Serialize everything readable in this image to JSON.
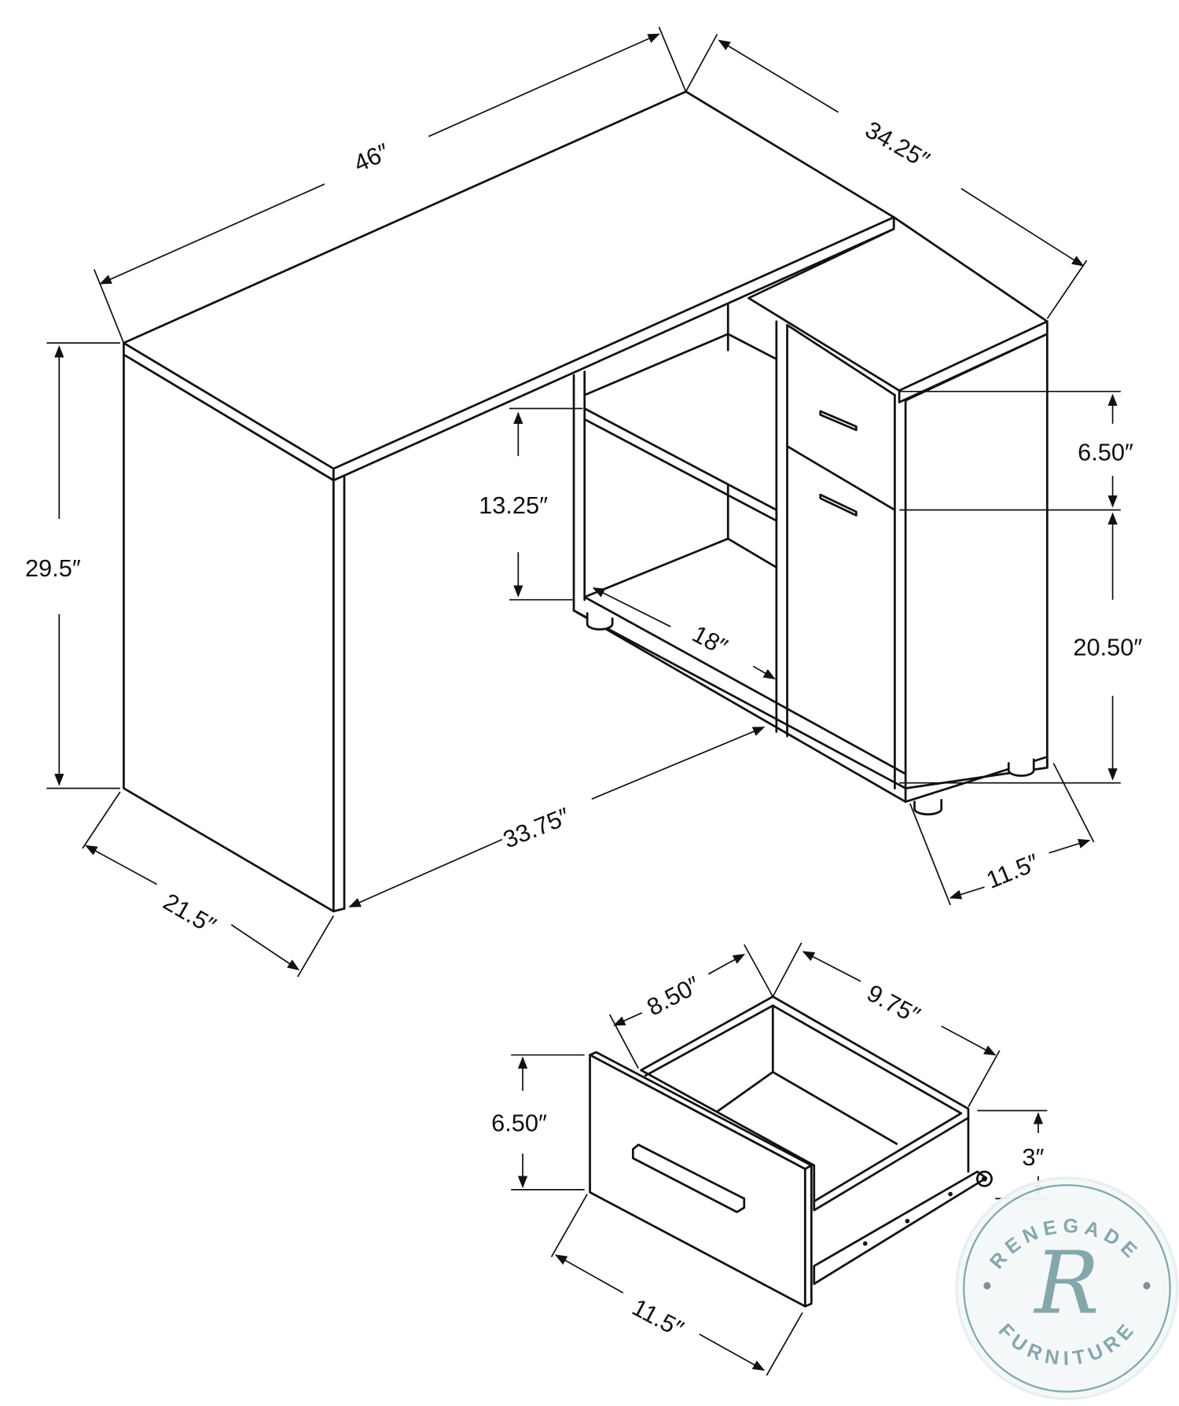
{
  "diagram": {
    "subject": "L-shaped corner desk with storage cabinet and drawer",
    "desk_dimensions": {
      "width": "46″",
      "depth_right": "34.25″",
      "height": "29.5″",
      "depth_left": "21.5″",
      "inner_length": "33.75″",
      "cabinet_depth": "11.5″",
      "shelf_height": "13.25″",
      "shelf_depth": "18″",
      "drawer_height": "6.50″",
      "door_height": "20.50″"
    },
    "drawer_detail": {
      "front_height": "6.50″",
      "inner_width": "8.50″",
      "inner_depth": "9.75″",
      "inner_height": "3″",
      "front_width": "11.5″"
    }
  },
  "watermark": {
    "top_text": "RENEGADE",
    "bottom_text": "FURNITURE",
    "monogram": "R",
    "color": "#7fa3a8"
  }
}
